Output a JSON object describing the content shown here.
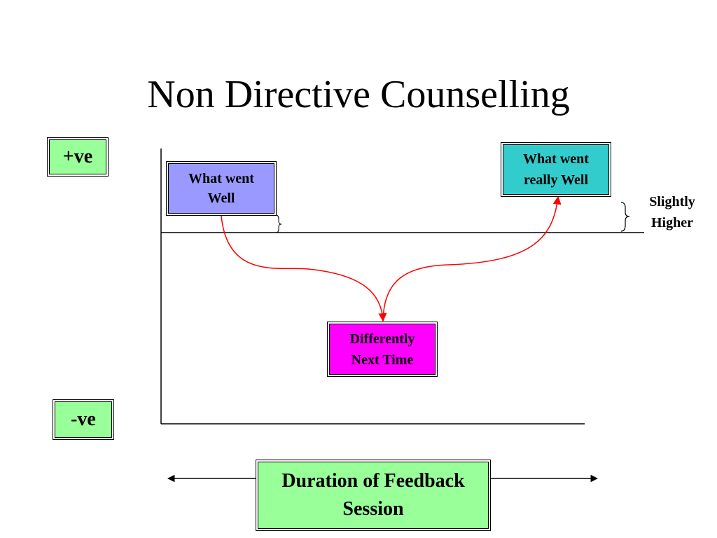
{
  "title": "Non Directive Counselling",
  "axis": {
    "positive_label": "+ve",
    "negative_label": "-ve"
  },
  "boxes": {
    "what_went_well": "What went Well",
    "what_went_really_well": "What went really Well",
    "differently_next_time": "Differently Next Time"
  },
  "annotation": "Slightly Higher",
  "duration_label": "Duration of Feedback Session",
  "colors": {
    "green": "#99ff99",
    "purple": "#9999ff",
    "teal": "#33cccc",
    "magenta": "#ff00ff",
    "arrow": "#ff0000"
  }
}
